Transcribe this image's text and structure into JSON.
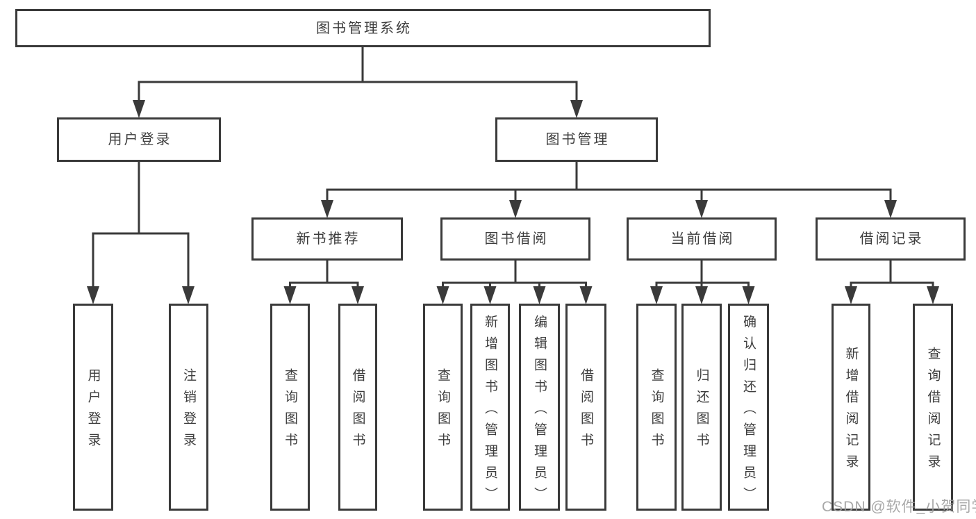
{
  "diagram": {
    "root_label": "图书管理系统",
    "branches": [
      {
        "label": "用户登录",
        "children": [
          {
            "label": "用户登录"
          },
          {
            "label": "注销登录"
          }
        ]
      },
      {
        "label": "图书管理",
        "children": [
          {
            "label": "新书推荐",
            "children": [
              {
                "label": "查询图书"
              },
              {
                "label": "借阅图书"
              }
            ]
          },
          {
            "label": "图书借阅",
            "children": [
              {
                "label": "查询图书"
              },
              {
                "label": "新增图书（管理员）"
              },
              {
                "label": "编辑图书（管理员）"
              },
              {
                "label": "借阅图书"
              }
            ]
          },
          {
            "label": "当前借阅",
            "children": [
              {
                "label": "查询图书"
              },
              {
                "label": "归还图书"
              },
              {
                "label": "确认归还（管理员）"
              }
            ]
          },
          {
            "label": "借阅记录",
            "children": [
              {
                "label": "新增借阅记录"
              },
              {
                "label": "查询借阅记录"
              }
            ]
          }
        ]
      }
    ]
  },
  "watermark": {
    "text": "CSDN @软件_小贺同学"
  },
  "colors": {
    "line": "#3a3a3a",
    "box_border": "#3a3a3a",
    "text": "#3d3d3d",
    "watermark_text": "#9e9e9e",
    "background": "#ffffff"
  }
}
